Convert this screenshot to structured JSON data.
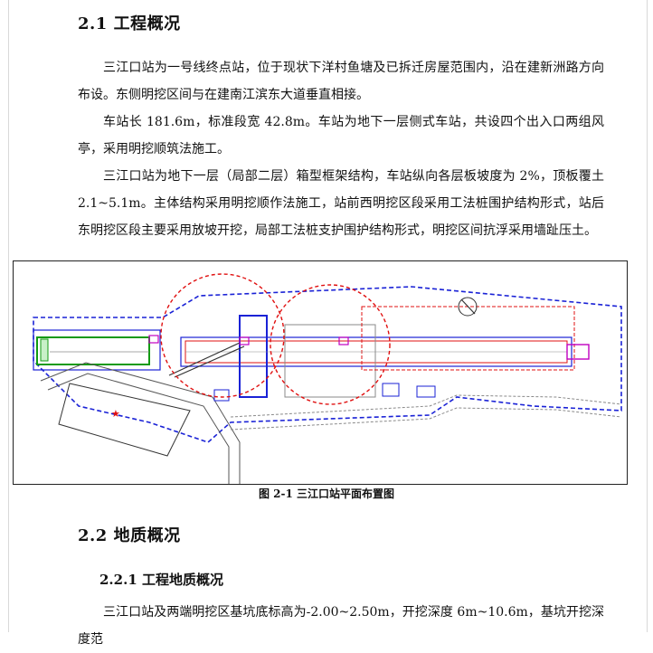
{
  "section_1": {
    "heading": "2.1 工程概况",
    "paragraphs": [
      "三江口站为一号线终点站，位于现状下洋村鱼塘及已拆迁房屋范围内，沿在建新洲路方向布设。东侧明挖区间与在建南江滨东大道垂直相接。",
      "车站长 181.6m，标准段宽 42.8m。车站为地下一层侧式车站，共设四个出入口两组风亭，采用明挖顺筑法施工。",
      "三江口站为地下一层（局部二层）箱型框架结构，车站纵向各层板坡度为 2%，顶板覆土 2.1~5.1m。主体结构采用明挖顺作法施工，站前西明挖区段采用工法桩围护结构形式，站后东明挖区段主要采用放坡开挖，局部工法桩支护围护结构形式，明挖区间抗浮采用墙趾压土。"
    ]
  },
  "figure": {
    "caption": "图 2-1 三江口站平面布置图",
    "colors": {
      "blue": "#1a22d6",
      "red": "#e01010",
      "green": "#129a12",
      "magenta": "#c000c0",
      "gray": "#8a8a8a"
    }
  },
  "section_2": {
    "heading": "2.2 地质概况",
    "subheading": "2.2.1 工程地质概况",
    "paragraphs": [
      "三江口站及两端明挖区基坑底标高为-2.00~2.50m，开挖深度 6m~10.6m，基坑开挖深度范"
    ]
  }
}
